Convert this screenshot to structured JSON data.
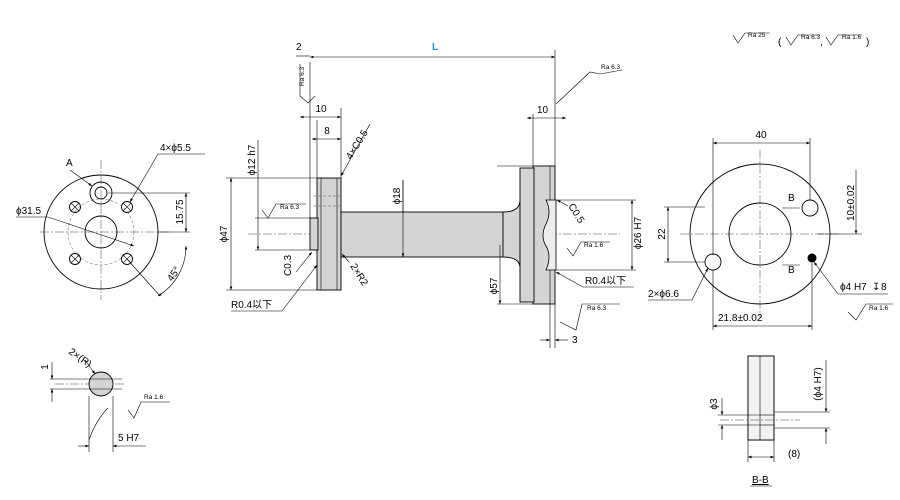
{
  "colors": {
    "accent": "#1a9bd7",
    "part_fill": "#d4d4d4",
    "line": "#000000"
  },
  "roughness": {
    "header": {
      "main": "Ra 25",
      "open": "(",
      "alt1": "Ra 6.3",
      "sep": ",",
      "alt2": "Ra 1.6",
      "close": ")"
    },
    "left_face": "Ra 6.3",
    "right_face": "Ra 6.3",
    "small_flange_bore": "Ra 6.3",
    "large_bore": "Ra 1.6",
    "large_face": "Ra 6.3",
    "pin_hole": "Ra 1.6",
    "detail": "Ra 1.6"
  },
  "left_view": {
    "label_a": "A",
    "holes": "4×ϕ5.5",
    "pcd": "ϕ31.5",
    "offset": "15.75",
    "angle": "45°"
  },
  "front_view": {
    "dim_2": "2",
    "dim_L": "L",
    "dim_10_left": "10",
    "dim_8": "8",
    "dim_10_right": "10",
    "chamfer_4": "4×C0.5",
    "shaft_fit": "ϕ12 h7",
    "flange_dia": "ϕ47",
    "shaft_dia": "ϕ18",
    "chamfer_small": "C0.3",
    "radius_2": "2×R2",
    "corner_left": "R0.4以下",
    "flange_big": "ϕ57",
    "chamfer_right": "C0.5",
    "bore_fit": "ϕ26 H7",
    "corner_right": "R0.4以下",
    "dim_3": "3"
  },
  "right_view": {
    "width": "40",
    "label_b_top": "B",
    "label_b_bottom": "B",
    "dim_22": "22",
    "tol_vertical": "10±0.02",
    "holes": "2×ϕ6.6",
    "pin": "ϕ4 H7",
    "pin_depth_symbol": "↧",
    "pin_depth": "8",
    "tol_horizontal": "21.8±0.02"
  },
  "detail_view": {
    "dim_1": "1",
    "radius": "2×(R)",
    "width": "5 H7"
  },
  "section_view": {
    "dim_3": "ϕ3",
    "pin_ref": "(ϕ4 H7)",
    "dim_8": "(8)",
    "label": "B-B"
  }
}
